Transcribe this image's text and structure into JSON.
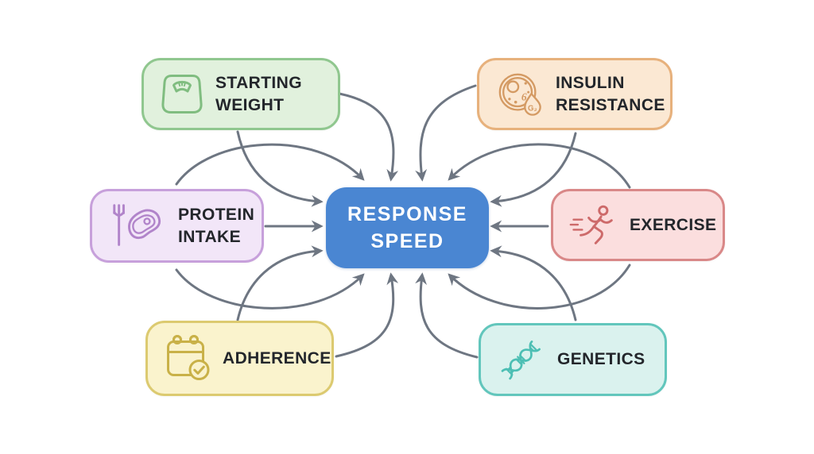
{
  "diagram": {
    "arrow_color": "#6e7682",
    "center": {
      "name": "response-speed",
      "lines": [
        "RESPONSE",
        "SPEED"
      ],
      "fill": "#4a86d2",
      "text_color": "#ffffff"
    },
    "factors": [
      {
        "name": "starting-weight",
        "lines": [
          "STARTING",
          "WEIGHT"
        ],
        "icon": "scale-icon",
        "fill": "#e1f1dd",
        "border": "#90c78f",
        "icon_color": "#80bd80"
      },
      {
        "name": "insulin-resistance",
        "lines": [
          "INSULIN",
          "RESISTANCE"
        ],
        "icon": "cell-glucose-icon",
        "fill": "#fbe8d3",
        "border": "#e7b17c",
        "icon_color": "#d49a63",
        "icon_digit": "6",
        "icon_drop_label": "G₂"
      },
      {
        "name": "protein-intake",
        "lines": [
          "PROTEIN",
          "INTAKE"
        ],
        "icon": "fork-steak-icon",
        "fill": "#f2e6f8",
        "border": "#c7a0db",
        "icon_color": "#b184ca"
      },
      {
        "name": "exercise",
        "lines": [
          "EXERCISE"
        ],
        "icon": "runner-icon",
        "fill": "#fbdede",
        "border": "#d98888",
        "icon_color": "#cd6a6a"
      },
      {
        "name": "adherence",
        "lines": [
          "ADHERENCE"
        ],
        "icon": "calendar-check-icon",
        "fill": "#faf3cd",
        "border": "#dcca70",
        "icon_color": "#c9b148"
      },
      {
        "name": "genetics",
        "lines": [
          "GENETICS"
        ],
        "icon": "dna-icon",
        "fill": "#daf2ee",
        "border": "#62c6bc",
        "icon_color": "#4dbfb4"
      }
    ],
    "edges": [
      {
        "from": "protein-intake",
        "to": "response-speed",
        "enters": "top-far-left"
      },
      {
        "from": "starting-weight",
        "to": "response-speed",
        "enters": "top-inner-left"
      },
      {
        "from": "insulin-resistance",
        "to": "response-speed",
        "enters": "top-inner-right"
      },
      {
        "from": "exercise",
        "to": "response-speed",
        "enters": "top-far-right"
      },
      {
        "from": "starting-weight",
        "to": "response-speed",
        "enters": "left-top"
      },
      {
        "from": "protein-intake",
        "to": "response-speed",
        "enters": "left-middle"
      },
      {
        "from": "adherence",
        "to": "response-speed",
        "enters": "left-bottom"
      },
      {
        "from": "insulin-resistance",
        "to": "response-speed",
        "enters": "right-top"
      },
      {
        "from": "exercise",
        "to": "response-speed",
        "enters": "right-middle"
      },
      {
        "from": "genetics",
        "to": "response-speed",
        "enters": "right-bottom"
      },
      {
        "from": "protein-intake",
        "to": "response-speed",
        "enters": "bottom-far-left"
      },
      {
        "from": "adherence",
        "to": "response-speed",
        "enters": "bottom-inner-left"
      },
      {
        "from": "genetics",
        "to": "response-speed",
        "enters": "bottom-inner-right"
      },
      {
        "from": "exercise",
        "to": "response-speed",
        "enters": "bottom-far-right"
      }
    ]
  }
}
